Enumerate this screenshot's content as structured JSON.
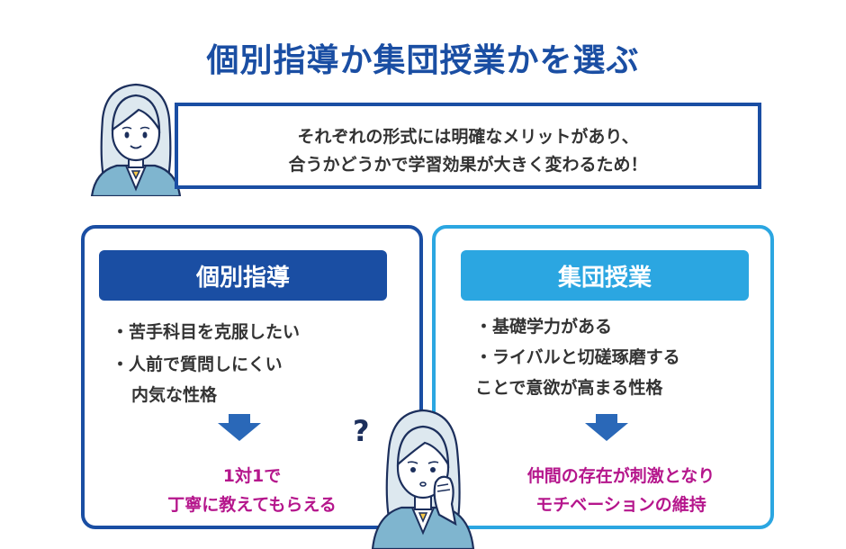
{
  "title": "個別指導か集団授業かを選ぶ",
  "speech": {
    "line1": "それぞれの形式には明確なメリットがあり、",
    "line2": "合うかどうかで学習効果が大きく変わるため！"
  },
  "left_card": {
    "heading": "個別指導",
    "points": [
      "・苦手科目を克服したい",
      "・人前で質問しにくい",
      "内気な性格"
    ],
    "result_line1": "1対1で",
    "result_line2": "丁寧に教えてもらえる"
  },
  "right_card": {
    "heading": "集団授業",
    "points": [
      "・基礎学力がある",
      "・ライバルと切磋琢磨する",
      "ことで意欲が高まる性格"
    ],
    "result_line1": "仲間の存在が刺激となり",
    "result_line2": "モチベーションの維持"
  },
  "question_mark": "?",
  "colors": {
    "title": "#1a4ea3",
    "dark_blue": "#1a4ea3",
    "light_blue": "#2ba6e1",
    "result_magenta": "#b5168c",
    "body_text": "#333333"
  }
}
